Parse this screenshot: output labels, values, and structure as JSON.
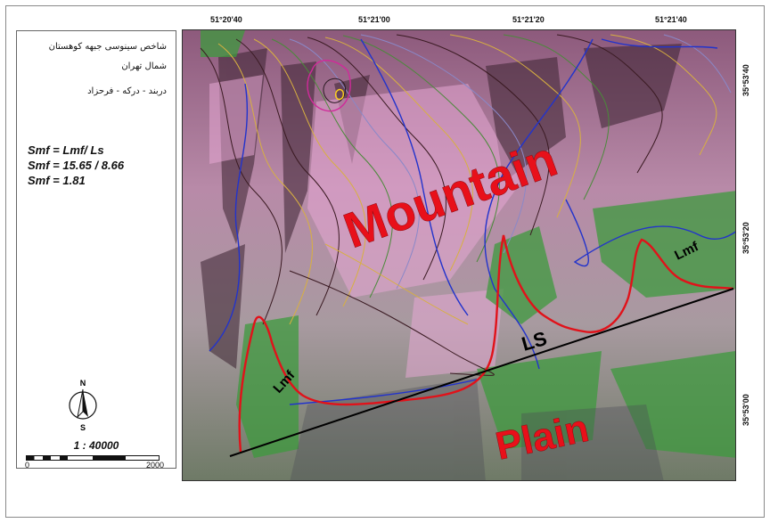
{
  "legend": {
    "title_line1": "شاخص سینوسی جبهه کوهستان",
    "title_line2": "شمال تهران",
    "location": "دربند  - درکه  -  فرحزاد",
    "formula1": "Smf = Lmf/ Ls",
    "formula2": "Smf = 15.65 / 8.66",
    "formula3": "Smf = 1.81",
    "north_n": "N",
    "north_s": "S",
    "scale": "1 : 40000",
    "scalebar_start": "0",
    "scalebar_end": "2000"
  },
  "map": {
    "top_coords": [
      "51°20'40",
      "51°21'00",
      "51°21'20",
      "51°21'40"
    ],
    "right_coords": [
      "35°53'40",
      "35°53'20",
      "35°53'00"
    ],
    "labels": {
      "mountain": "Mountain",
      "plain": "Plain",
      "ls": "LS",
      "lmf_left": "Lmf",
      "lmf_right": "Lmf"
    },
    "colors": {
      "front_line": "#e1121a",
      "ls_line": "#000000",
      "stream": "#2233cc",
      "label_red": "#e8101a"
    }
  }
}
